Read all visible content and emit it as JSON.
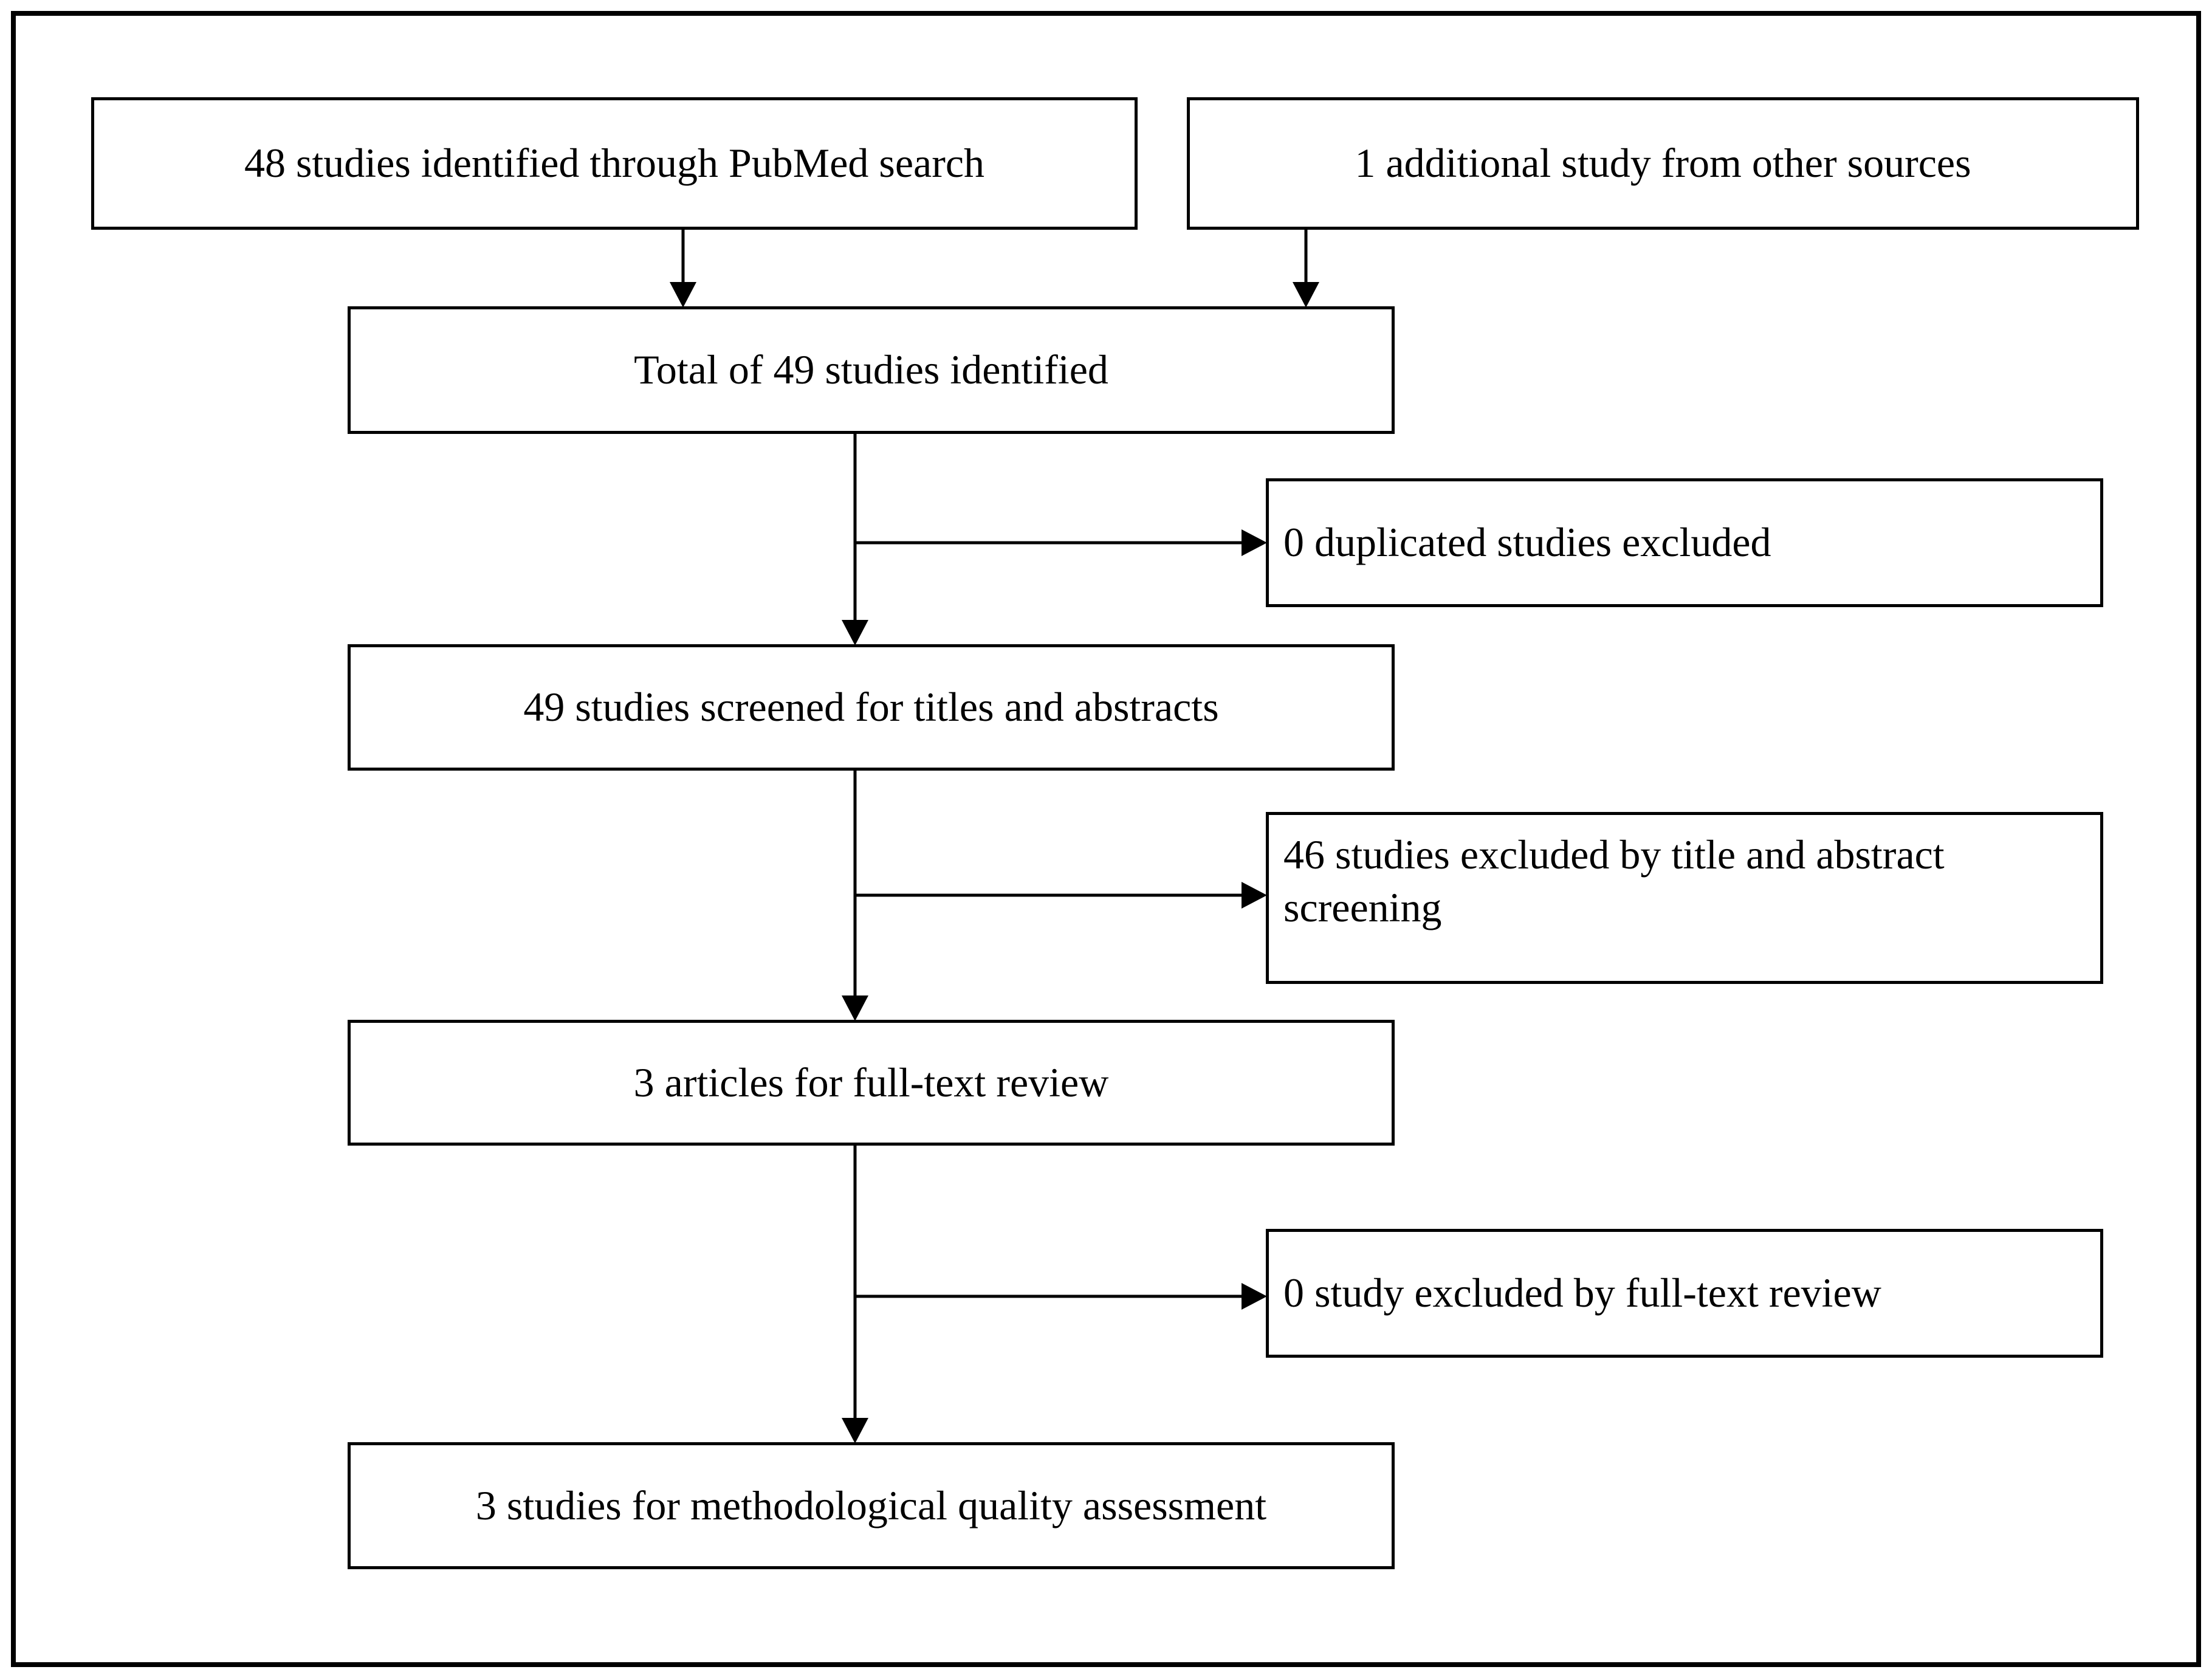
{
  "figure": {
    "type": "flow-diagram",
    "description": "Study selection flow diagram (PRISMA-style)",
    "colors": {
      "foreground": "#000000",
      "background": "#ffffff"
    },
    "nodes": [
      {
        "id": "pubmed",
        "label": "48 studies identified through PubMed search"
      },
      {
        "id": "other-sources",
        "label": "1 additional study from other sources"
      },
      {
        "id": "total",
        "label": "Total of 49 studies identified"
      },
      {
        "id": "duplicates-excluded",
        "label": "0 duplicated studies excluded"
      },
      {
        "id": "screened",
        "label": "49 studies screened for titles and abstracts"
      },
      {
        "id": "title-abstract-excluded",
        "label": "46 studies excluded by title and abstract screening"
      },
      {
        "id": "full-text-review",
        "label": "3 articles for full-text review"
      },
      {
        "id": "full-text-excluded",
        "label": "0 study excluded by full-text review"
      },
      {
        "id": "quality-assessment",
        "label": "3 studies for methodological quality assessment"
      }
    ],
    "edges": [
      {
        "from": "pubmed",
        "to": "total"
      },
      {
        "from": "other-sources",
        "to": "total"
      },
      {
        "from": "total",
        "to": "screened"
      },
      {
        "from": "total",
        "to": "duplicates-excluded"
      },
      {
        "from": "screened",
        "to": "full-text-review"
      },
      {
        "from": "screened",
        "to": "title-abstract-excluded"
      },
      {
        "from": "full-text-review",
        "to": "quality-assessment"
      },
      {
        "from": "full-text-review",
        "to": "full-text-excluded"
      }
    ]
  }
}
